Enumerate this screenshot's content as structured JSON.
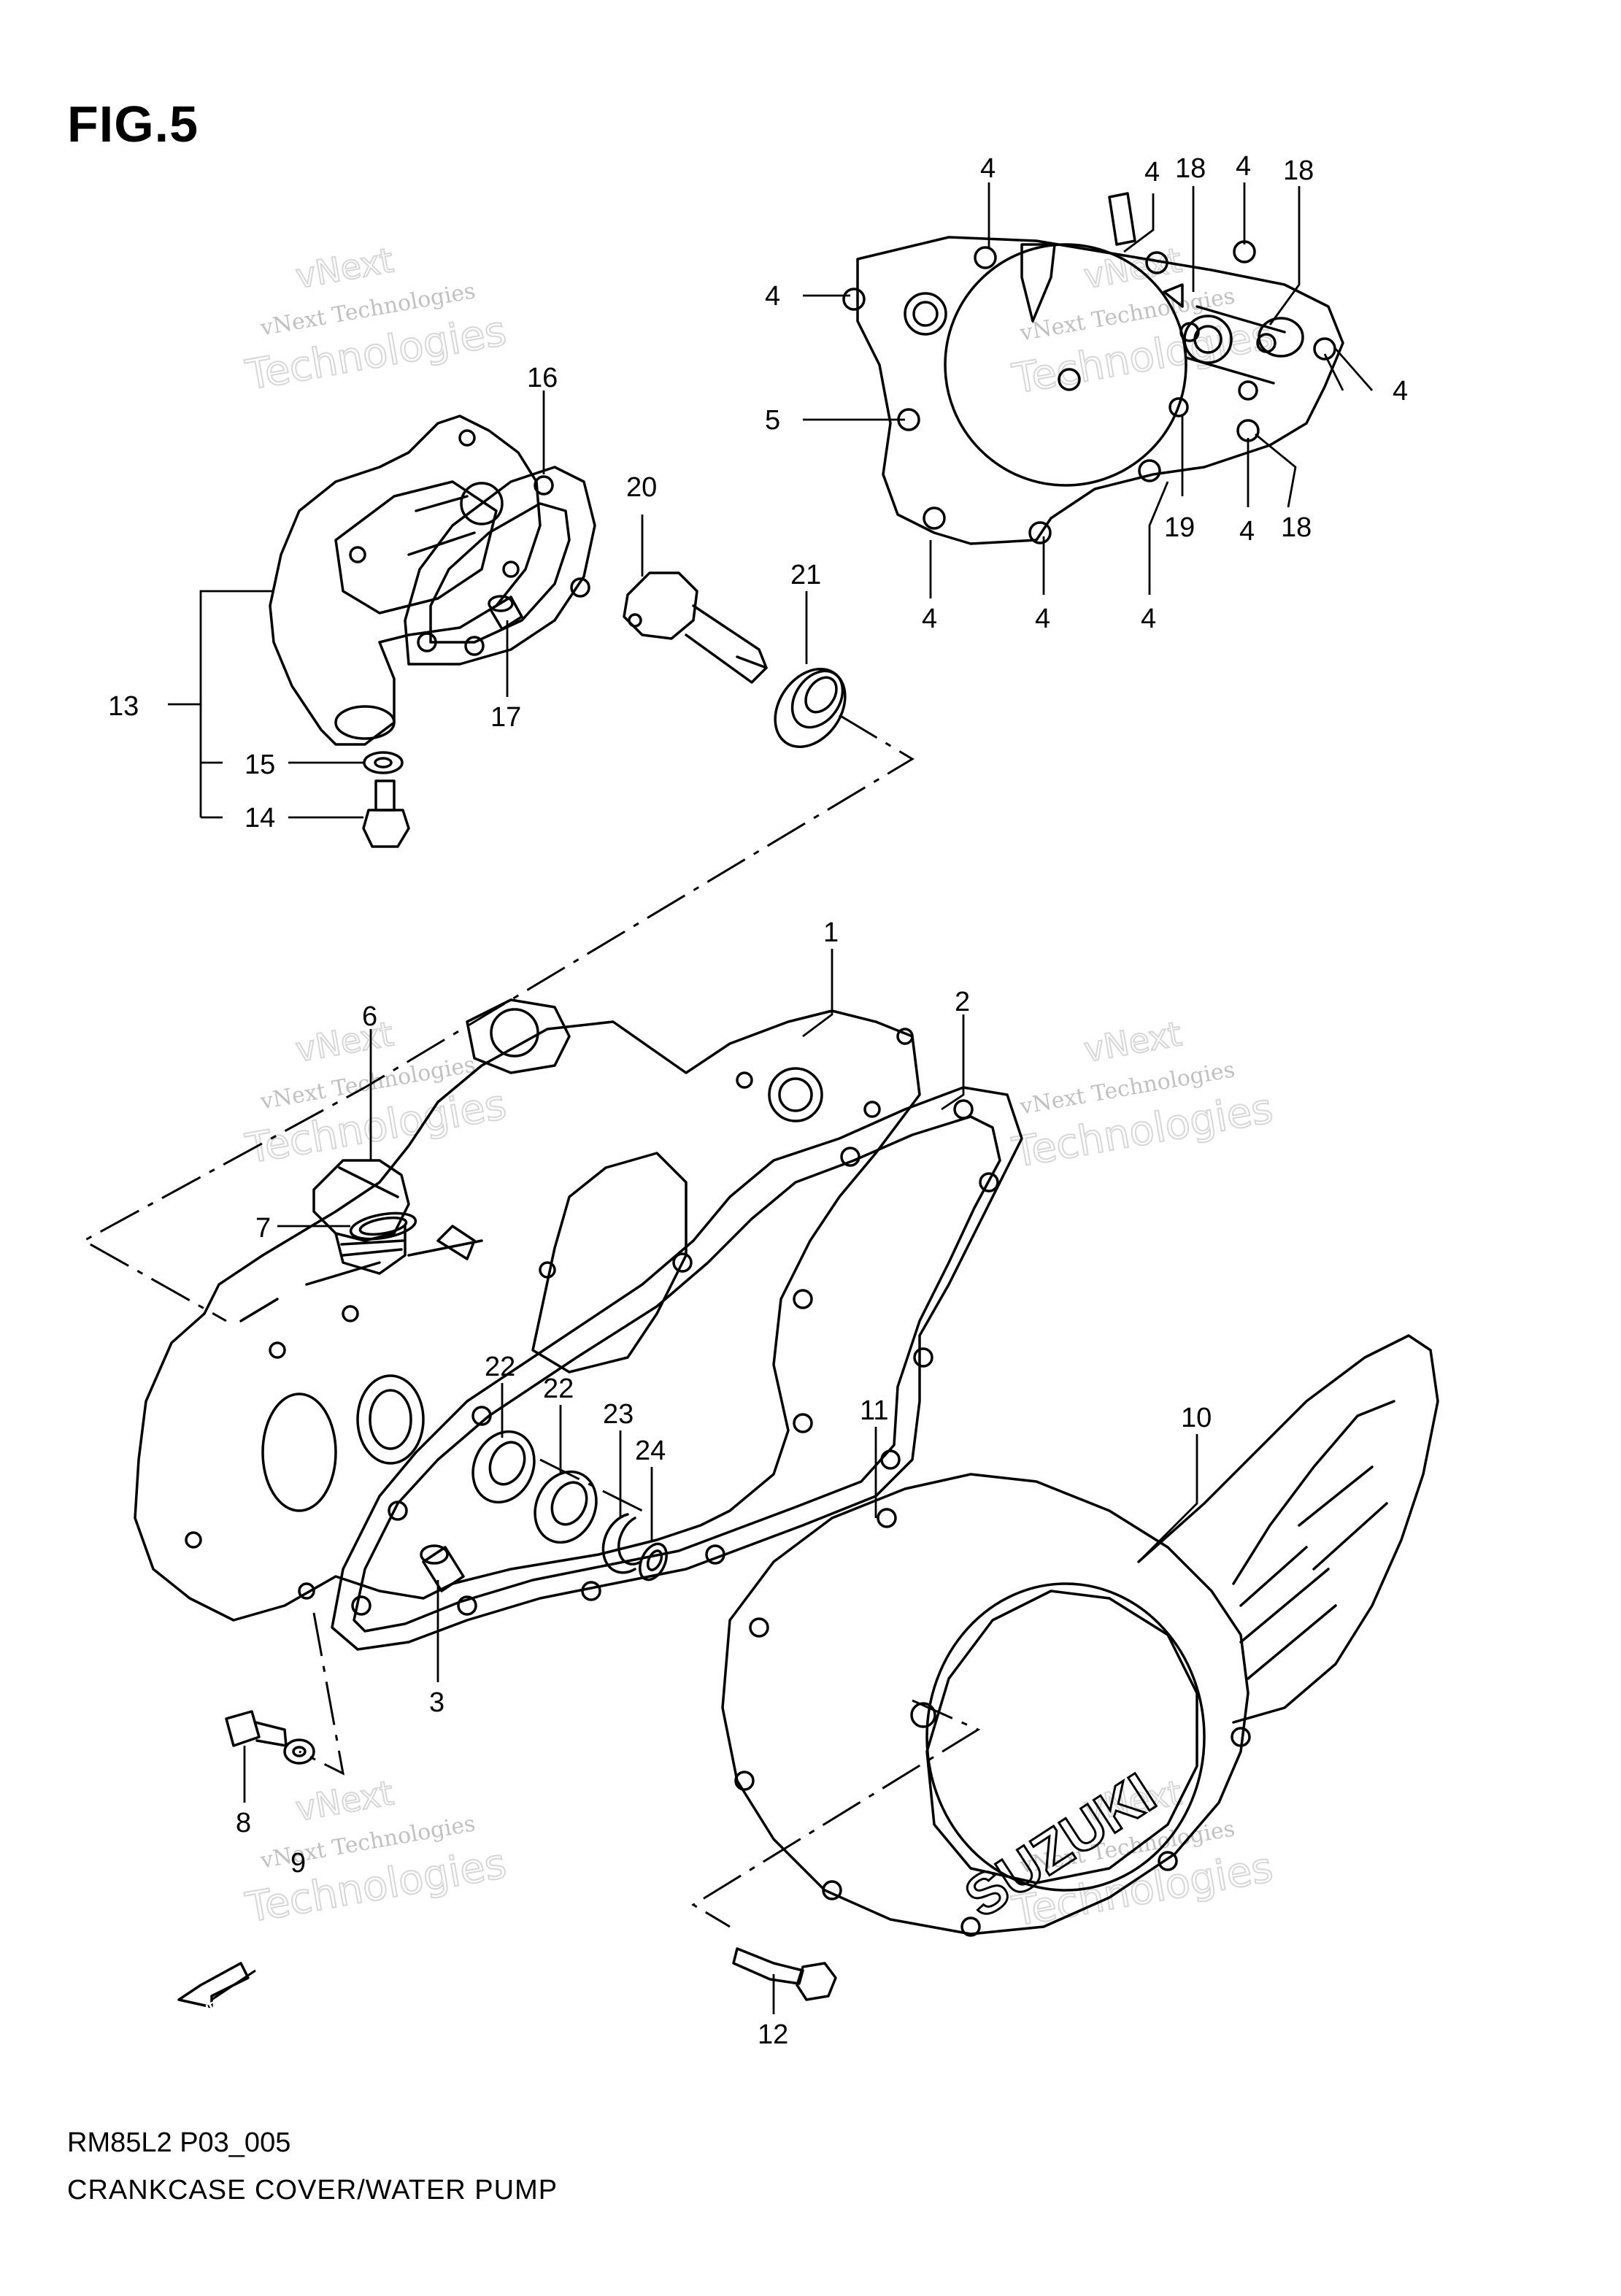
{
  "figure": {
    "title": "FIG.5",
    "code": "RM85L2 P03_005",
    "name": "CRANKCASE COVER/WATER PUMP"
  },
  "watermark": {
    "line1": "vNext Technologies",
    "line2": "vNext",
    "line3": "Technologies"
  },
  "logo_text": "SUZUKI",
  "fwd_label": "FWD",
  "callouts": [
    {
      "id": "c4a",
      "label": "4"
    },
    {
      "id": "c4b",
      "label": "4"
    },
    {
      "id": "c18a",
      "label": "18"
    },
    {
      "id": "c4c",
      "label": "4"
    },
    {
      "id": "c18b",
      "label": "18"
    },
    {
      "id": "c4d",
      "label": "4"
    },
    {
      "id": "c4e",
      "label": "4"
    },
    {
      "id": "c5",
      "label": "5"
    },
    {
      "id": "c19",
      "label": "19"
    },
    {
      "id": "c4f",
      "label": "4"
    },
    {
      "id": "c18c",
      "label": "18"
    },
    {
      "id": "c4g",
      "label": "4"
    },
    {
      "id": "c4h",
      "label": "4"
    },
    {
      "id": "c4i",
      "label": "4"
    },
    {
      "id": "c16",
      "label": "16"
    },
    {
      "id": "c20",
      "label": "20"
    },
    {
      "id": "c21",
      "label": "21"
    },
    {
      "id": "c13",
      "label": "13"
    },
    {
      "id": "c17",
      "label": "17"
    },
    {
      "id": "c15",
      "label": "15"
    },
    {
      "id": "c14",
      "label": "14"
    },
    {
      "id": "c1",
      "label": "1"
    },
    {
      "id": "c2",
      "label": "2"
    },
    {
      "id": "c6",
      "label": "6"
    },
    {
      "id": "c7",
      "label": "7"
    },
    {
      "id": "c22a",
      "label": "22"
    },
    {
      "id": "c22b",
      "label": "22"
    },
    {
      "id": "c23",
      "label": "23"
    },
    {
      "id": "c24",
      "label": "24"
    },
    {
      "id": "c11",
      "label": "11"
    },
    {
      "id": "c10",
      "label": "10"
    },
    {
      "id": "c3",
      "label": "3"
    },
    {
      "id": "c8",
      "label": "8"
    },
    {
      "id": "c9",
      "label": "9"
    },
    {
      "id": "c12",
      "label": "12"
    }
  ]
}
